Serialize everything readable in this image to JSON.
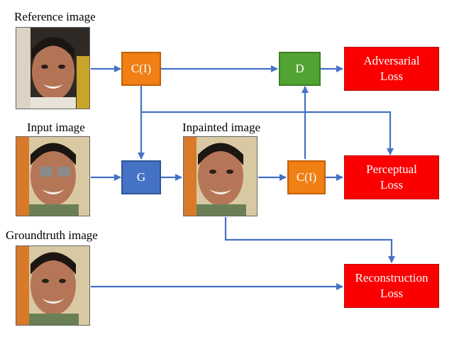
{
  "labels": {
    "reference": "Reference image",
    "input": "Input image",
    "inpainted": "Inpainted image",
    "groundtruth": "Groundtruth image"
  },
  "nodes": {
    "c1": "C(I)",
    "c2": "C(I)",
    "d": "D",
    "g": "G"
  },
  "losses": {
    "adversarial": [
      "Adversarial",
      "Loss"
    ],
    "perceptual": [
      "Perceptual",
      "Loss"
    ],
    "reconstruction": [
      "Reconstruction",
      "Loss"
    ]
  },
  "colors": {
    "orange": "#f07f14",
    "green": "#52a432",
    "blue": "#4572c4",
    "red": "#fa0000",
    "arrow": "#4472c4"
  }
}
